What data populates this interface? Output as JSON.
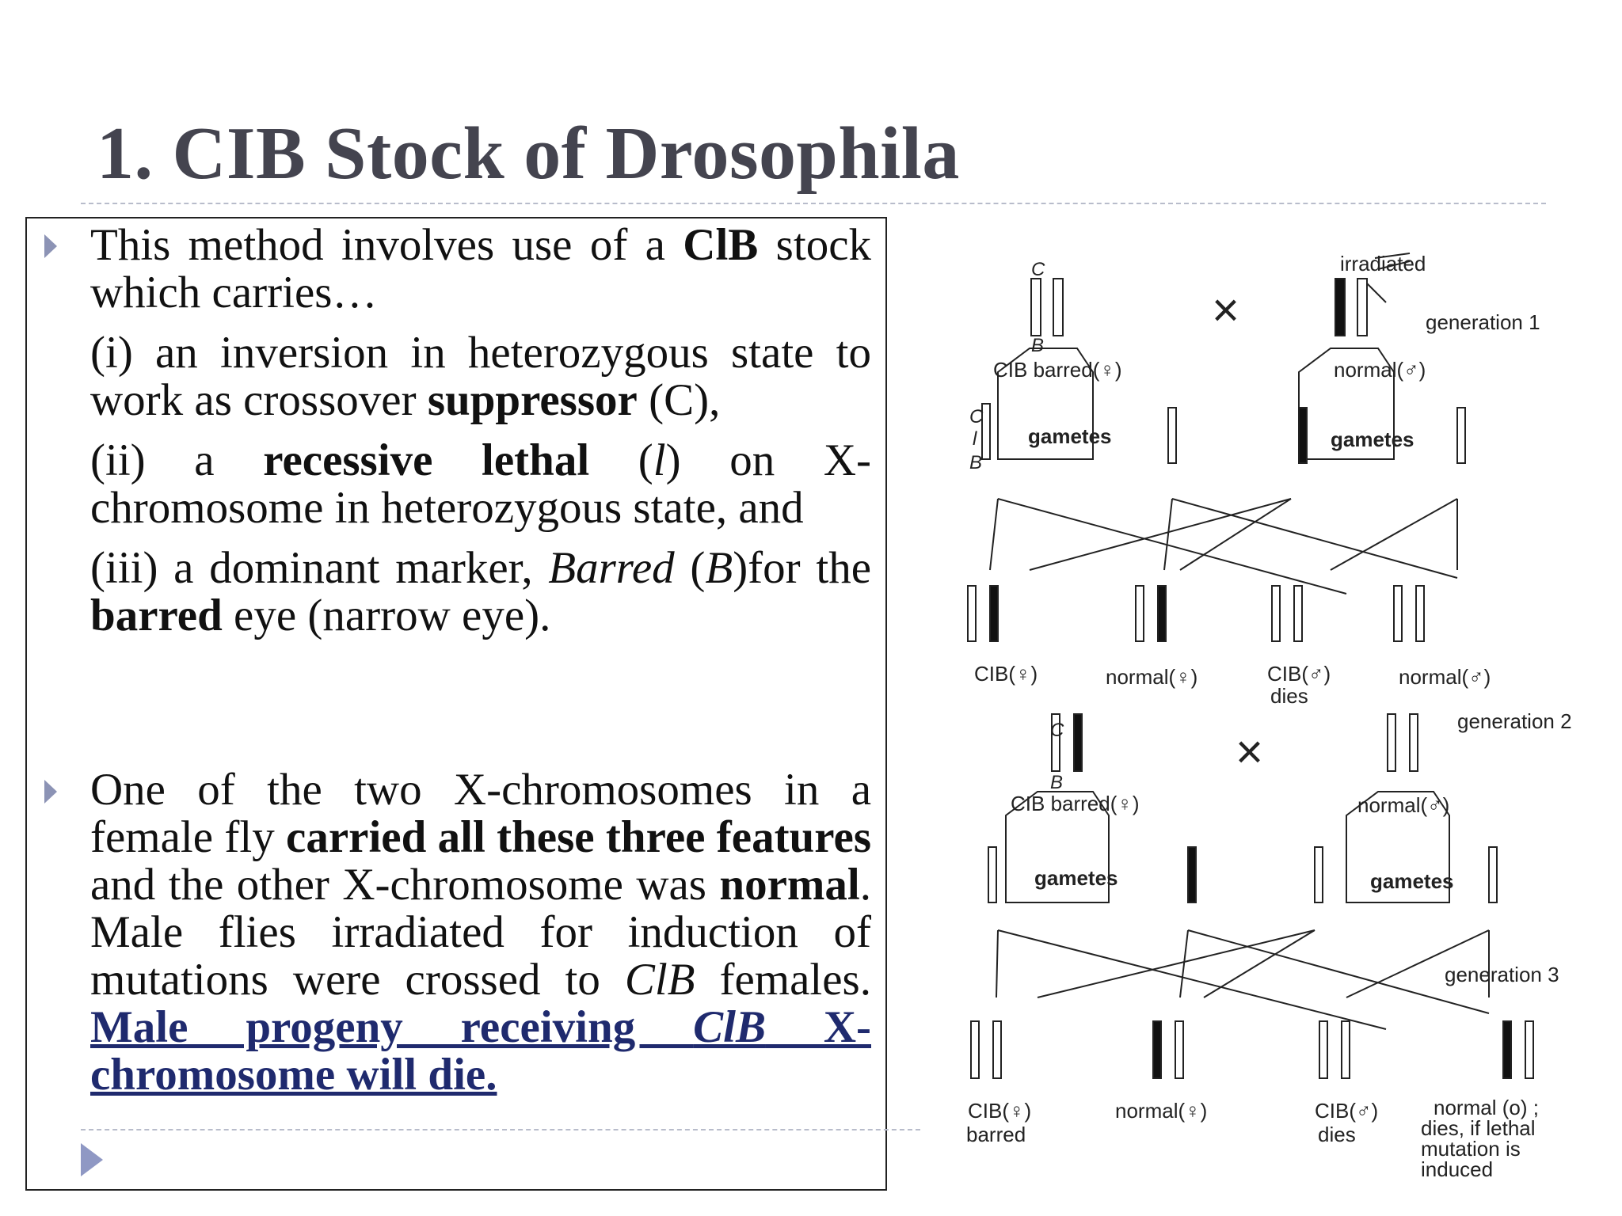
{
  "slide": {
    "title": "1. CIB Stock of Drosophila",
    "points": [
      {
        "intro_plain": "This method involves use of a ",
        "intro_bold": "ClB",
        "intro_tail": " stock which carries…",
        "i_plain": "(i) an inversion in heterozygous state to work as crossover ",
        "i_bold": "suppressor",
        "i_tail": " (C),",
        "ii_a": "(ii) a ",
        "ii_bold": "recessive lethal",
        "ii_b": " (",
        "ii_italic": "l",
        "ii_c": ") on X-chromosome in heterozygous state, and",
        "iii_a": "(iii) a dominant marker, ",
        "iii_italic1": "Barred",
        "iii_b": " (",
        "iii_italic2": "B",
        "iii_c": ")for the ",
        "iii_bold": "barred",
        "iii_d": " eye (narrow eye)."
      },
      {
        "a": "One of the two X-chromosomes in a female fly ",
        "bold1": "carried all these three features",
        "b": " and the other X-chromosome was ",
        "bold2": "normal",
        "c": ". Male flies irradiated for induction of mutations were crossed to ",
        "italic1": "ClB",
        "d": " females. ",
        "link1": "Male progeny receiving ",
        "link_italic": "ClB",
        "link2": " X-chromosome will die."
      }
    ]
  },
  "figure": {
    "labels": {
      "irradiated": "irradiated",
      "generation1": "generation 1",
      "generation2": "generation 2",
      "generation3": "generation 3",
      "cib_barred_f": "CIB barred(♀)",
      "normal_m": "normal(♂)",
      "gametes": "gametes",
      "cib_f": "CIB(♀)",
      "normal_f": "normal(♀)",
      "cib_m": "CIB(♂)",
      "dies": "dies",
      "barred": "barred",
      "cross": "×",
      "c": "C",
      "l": "l",
      "b": "B",
      "normal_o": "normal (o) ;",
      "dies_if": "dies, if lethal",
      "mutation_is": "mutation is",
      "induced": "induced"
    }
  }
}
